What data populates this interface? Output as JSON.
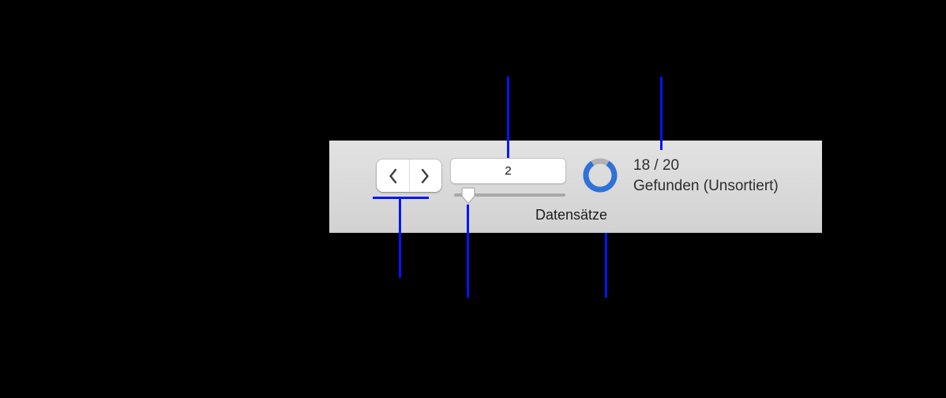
{
  "toolbar": {
    "nav": {
      "prev_icon": "chevron-left",
      "next_icon": "chevron-right"
    },
    "current_record": {
      "value": "2"
    },
    "slider": {
      "label": "Datensätze"
    },
    "found": {
      "count": "18 / 20",
      "status": "Gefunden (Unsortiert)"
    },
    "pie": {
      "blue": "#2e72d9",
      "gray": "#b2b2b6"
    }
  },
  "annotations": {
    "line_color": "#0016ff"
  }
}
